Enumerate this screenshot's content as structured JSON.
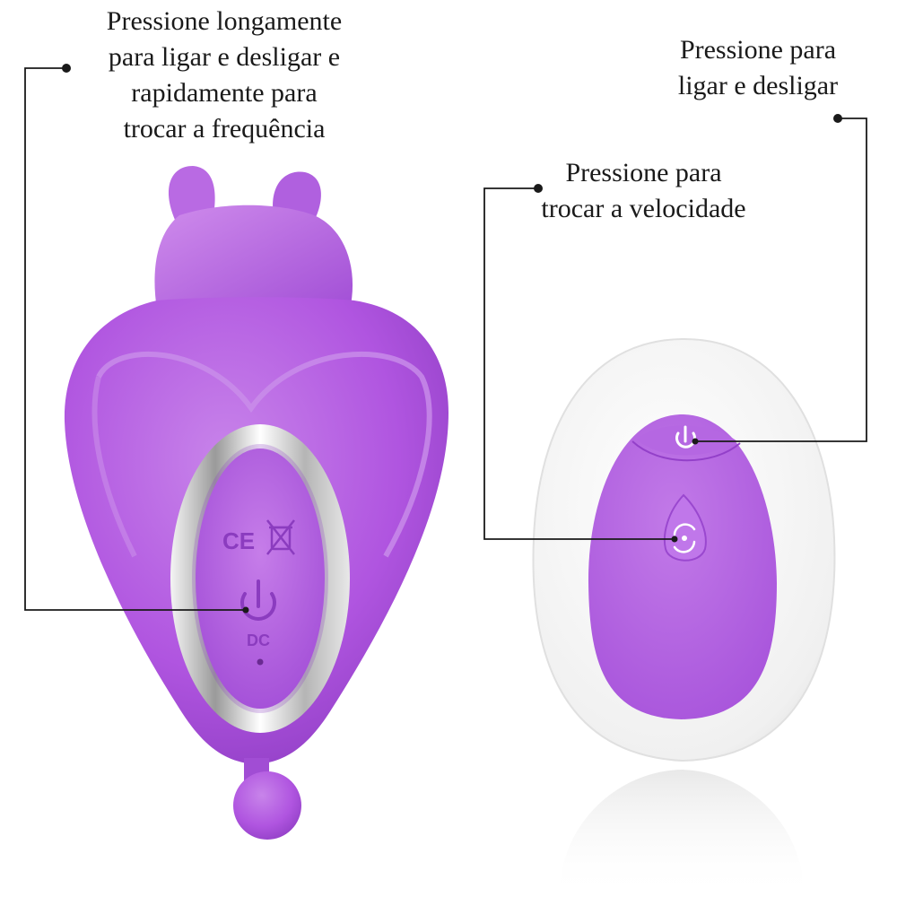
{
  "captions": {
    "device_button": {
      "lines": [
        "Pressione longamente",
        "para ligar e desligar e",
        "rapidamente para",
        "trocar a frequência"
      ]
    },
    "remote_power": {
      "lines": [
        "Pressione para",
        "ligar e desligar"
      ]
    },
    "remote_speed": {
      "lines": [
        "Pressione para",
        "trocar a velocidade"
      ]
    }
  },
  "device": {
    "marks": {
      "ce": "CE",
      "dc": "DC"
    },
    "power_icon": "power-icon",
    "disposal_icon": "crossed-bin-icon"
  },
  "remote": {
    "power_icon": "power-icon",
    "speed_icon": "cycle-arrows-icon"
  },
  "colors": {
    "purple": "#b055e0",
    "purple_light": "#c67de9",
    "purple_dark": "#8d3cc2",
    "chrome": "#c8c8c8",
    "remote_shell": "#f2f2f2",
    "leader_line": "#1a1a1a"
  }
}
